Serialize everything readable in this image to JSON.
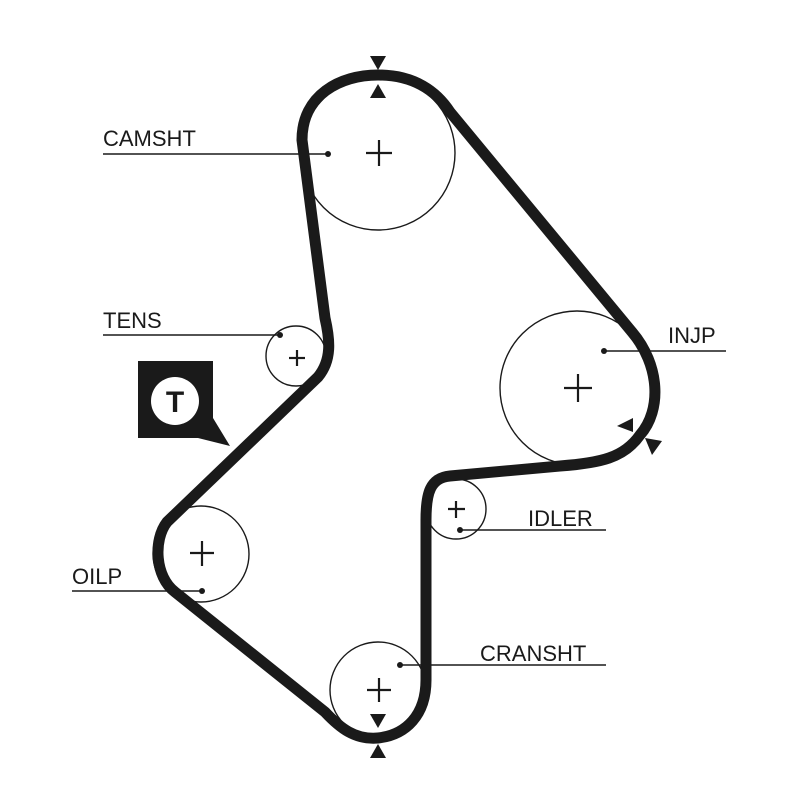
{
  "diagram": {
    "labels": {
      "camshaft": "CAMSHT",
      "tensioner": "TENS",
      "injection_pump": "INJP",
      "idler": "IDLER",
      "oil_pump": "OILP",
      "crankshaft": "CRANSHT"
    },
    "tensioner_badge": "T",
    "colors": {
      "ink": "#1a1a1a",
      "background": "#ffffff"
    }
  }
}
